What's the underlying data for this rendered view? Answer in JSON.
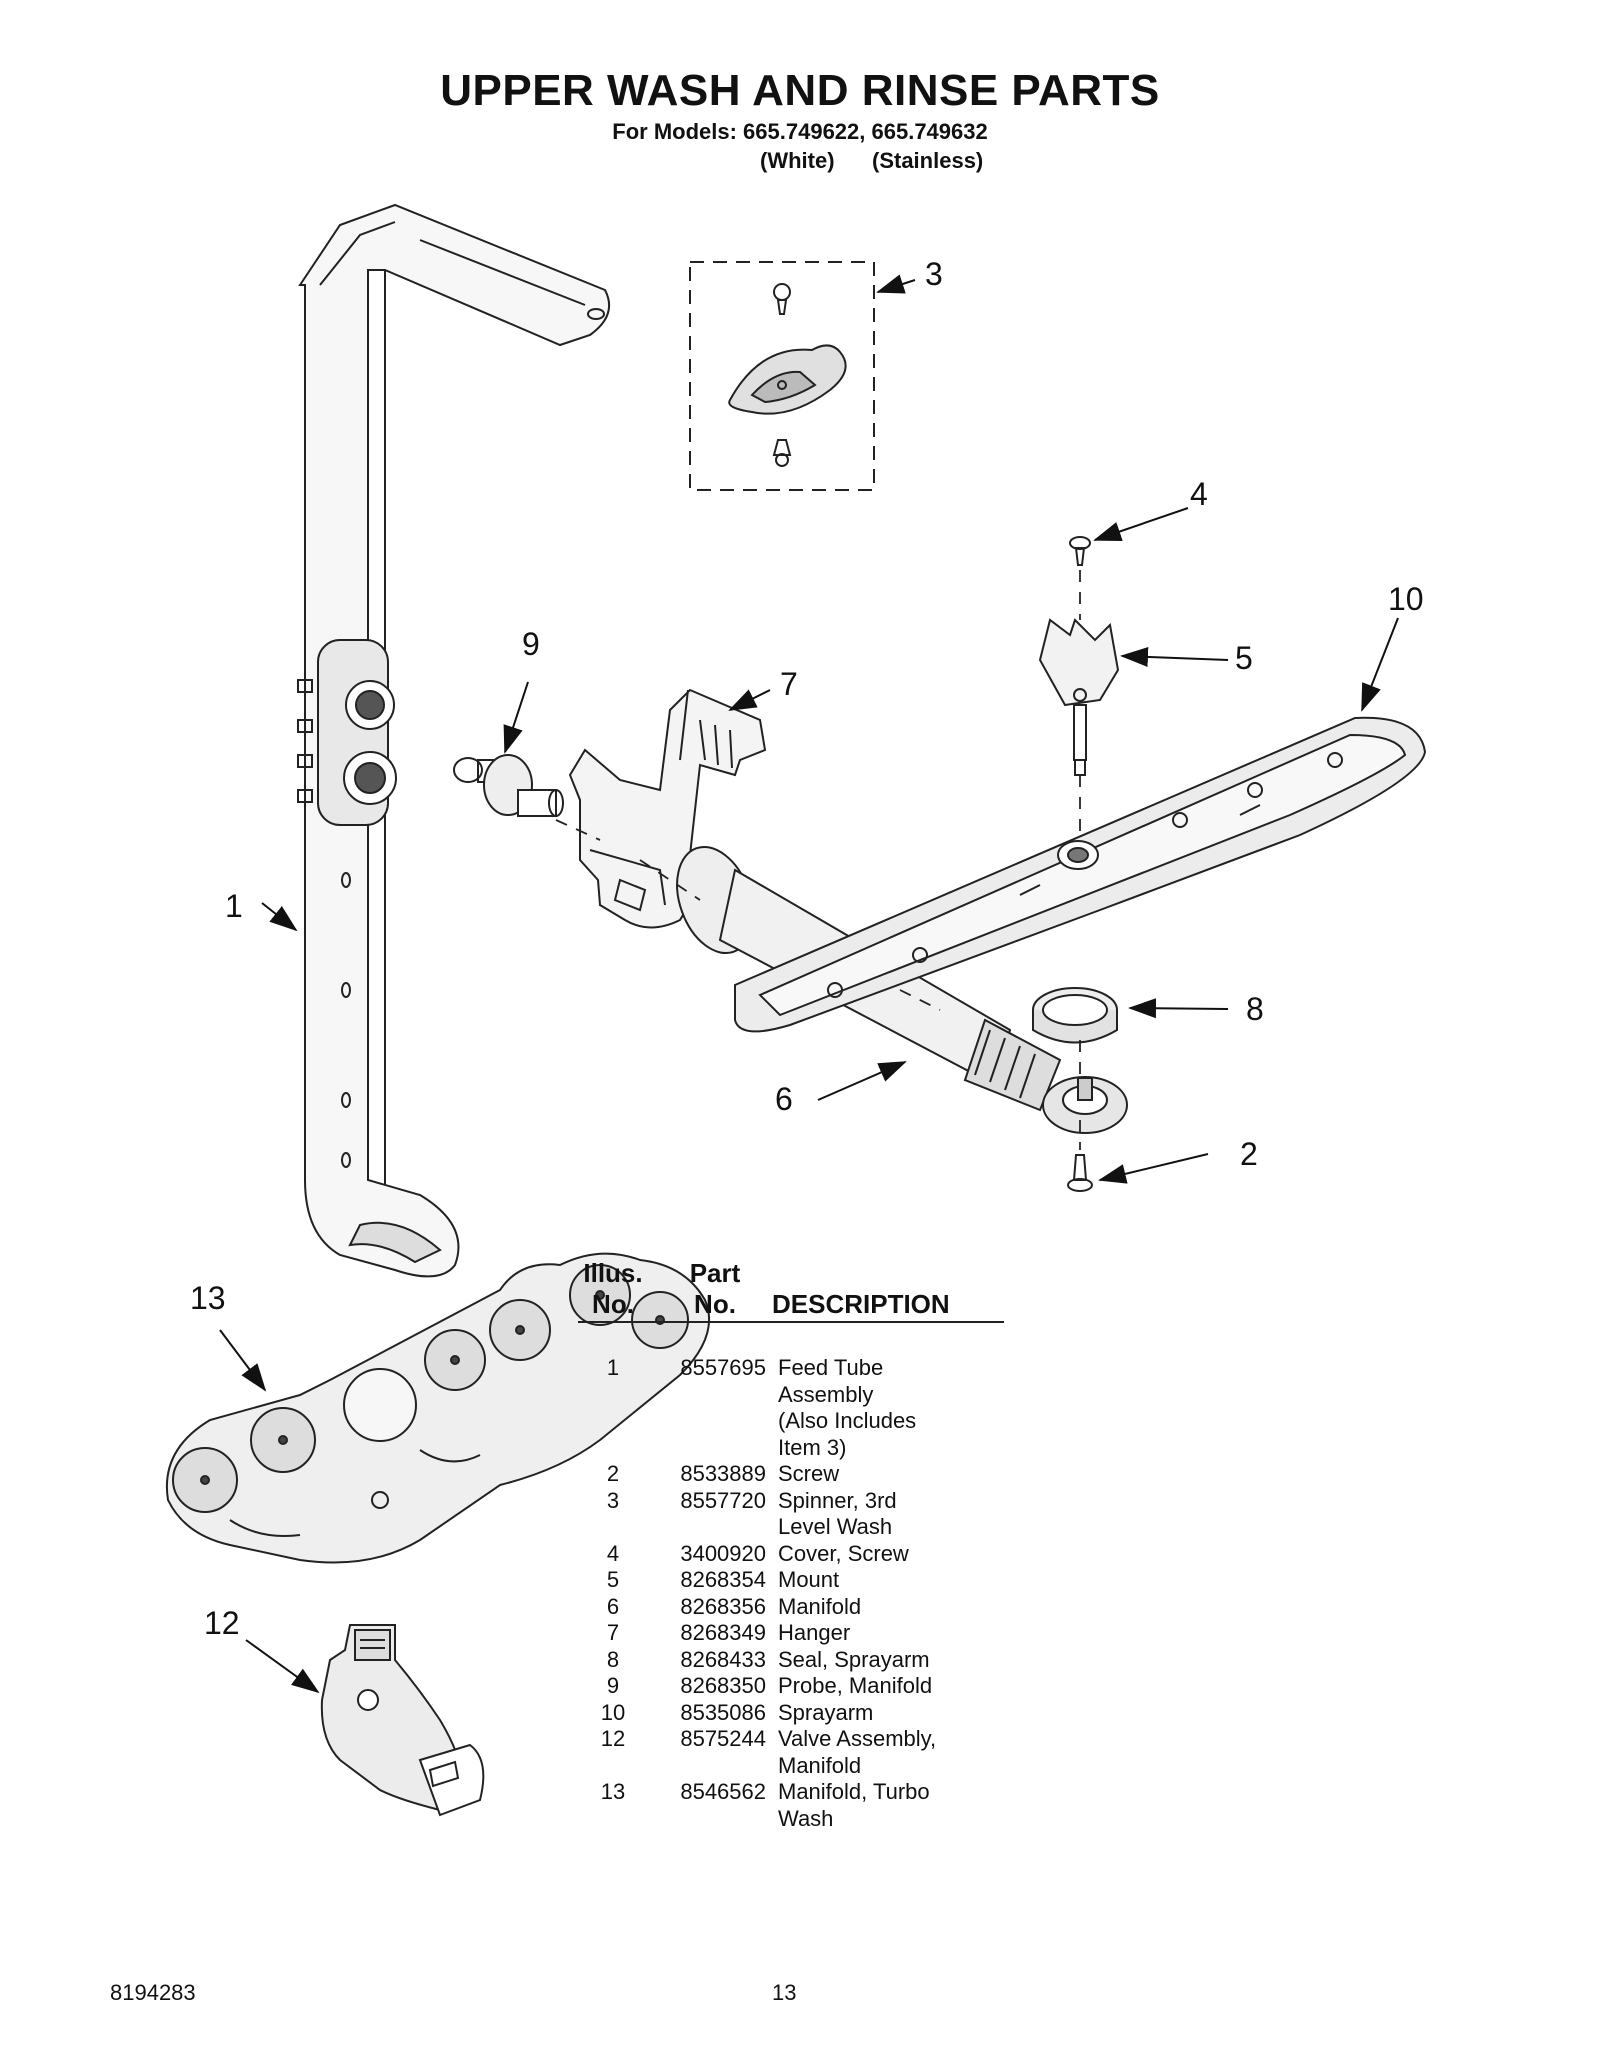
{
  "title": "UPPER WASH AND RINSE PARTS",
  "models_line": "For Models: 665.749622, 665.749632",
  "variant_white": "(White)",
  "variant_stainless": "(Stainless)",
  "callouts": [
    "1",
    "2",
    "3",
    "4",
    "5",
    "6",
    "7",
    "8",
    "9",
    "10",
    "12",
    "13"
  ],
  "table": {
    "header_illus_1": "Illus.",
    "header_illus_2": "No.",
    "header_part_1": "Part",
    "header_part_2": "No.",
    "header_desc": "DESCRIPTION",
    "rows": [
      {
        "illus": "1",
        "part": "8557695",
        "desc": [
          "Feed Tube",
          "Assembly",
          "(Also Includes",
          "Item 3)"
        ]
      },
      {
        "illus": "2",
        "part": "8533889",
        "desc": [
          "Screw"
        ]
      },
      {
        "illus": "3",
        "part": "8557720",
        "desc": [
          "Spinner, 3rd",
          "Level Wash"
        ]
      },
      {
        "illus": "4",
        "part": "3400920",
        "desc": [
          "Cover, Screw"
        ]
      },
      {
        "illus": "5",
        "part": "8268354",
        "desc": [
          "Mount"
        ]
      },
      {
        "illus": "6",
        "part": "8268356",
        "desc": [
          "Manifold"
        ]
      },
      {
        "illus": "7",
        "part": "8268349",
        "desc": [
          "Hanger"
        ]
      },
      {
        "illus": "8",
        "part": "8268433",
        "desc": [
          "Seal, Sprayarm"
        ]
      },
      {
        "illus": "9",
        "part": "8268350",
        "desc": [
          "Probe, Manifold"
        ]
      },
      {
        "illus": "10",
        "part": "8535086",
        "desc": [
          "Sprayarm"
        ]
      },
      {
        "illus": "12",
        "part": "8575244",
        "desc": [
          "Valve Assembly,",
          "Manifold"
        ]
      },
      {
        "illus": "13",
        "part": "8546562",
        "desc": [
          "Manifold, Turbo",
          "Wash"
        ]
      }
    ]
  },
  "footer": {
    "doc_number": "8194283",
    "page_number": "13"
  }
}
